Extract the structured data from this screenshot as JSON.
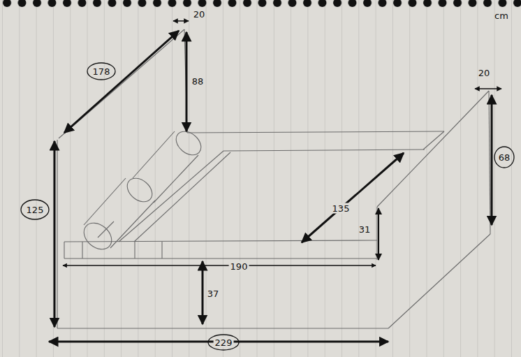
{
  "diagram": {
    "labels": [
      "cm",
      "20",
      "178",
      "88",
      "20",
      "68",
      "135",
      "31",
      "125",
      "190",
      "37",
      "229"
    ]
  }
}
